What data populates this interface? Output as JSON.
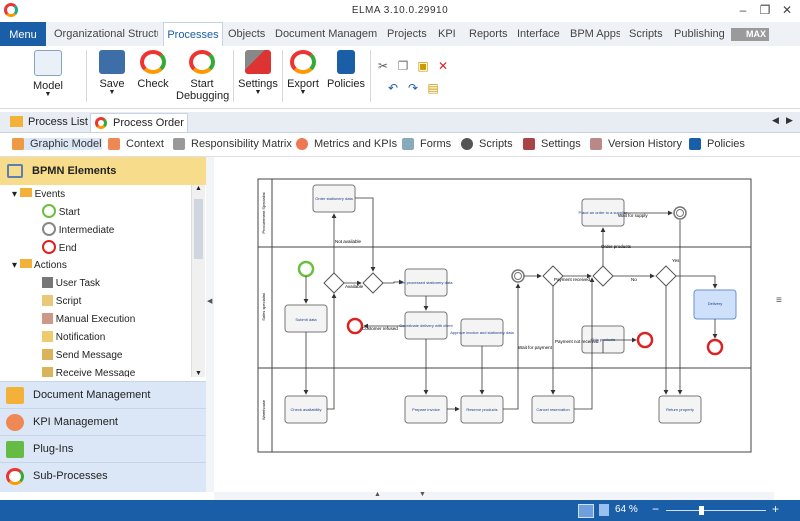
{
  "window": {
    "title": "ELMA 3.10.0.29910",
    "min": "–",
    "restore": "❐",
    "close": "✕"
  },
  "menubar": {
    "menu_label": "Menu",
    "tabs": [
      "Organizational Structur",
      "Processes",
      "Objects",
      "Document Managemen",
      "Projects",
      "KPI",
      "Reports",
      "Interface",
      "BPM Apps",
      "Scripts",
      "Publishing"
    ],
    "active_tab": "Processes",
    "max_label": "MAX"
  },
  "ribbon": {
    "model": "Model",
    "save": "Save",
    "check": "Check",
    "start_debugging_1": "Start",
    "start_debugging_2": "Debugging",
    "settings": "Settings",
    "export": "Export",
    "policies": "Policies"
  },
  "doc_tabs": {
    "process_list": "Process List",
    "process_order": "Process Order"
  },
  "sub_tabs": [
    "Graphic Model",
    "Context",
    "Responsibility Matrix",
    "Metrics and KPIs",
    "Forms",
    "Scripts",
    "Settings",
    "Version History",
    "Policies"
  ],
  "sidebar": {
    "header": "BPMN Elements",
    "tree": {
      "events": "Events",
      "start": "Start",
      "intermediate": "Intermediate",
      "end": "End",
      "actions": "Actions",
      "user_task": "User Task",
      "script": "Script",
      "manual_execution": "Manual Execution",
      "notification": "Notification",
      "send_message": "Send Message",
      "receive_message": "Receive Message"
    },
    "panels": [
      "Document Management",
      "KPI Management",
      "Plug-Ins",
      "Sub-Processes"
    ]
  },
  "diagram": {
    "lanes": [
      "Procurement Specialist",
      "Sales specialist",
      "Warehouse"
    ],
    "tasks": {
      "order_stationery": "Order stationery data",
      "place_order_supplier": "Place an order to a supplier",
      "submit_data": "Submit data",
      "set_processed": "Set processed stationery data",
      "coordinate_delivery": "Coordinate delivery with client",
      "approve_invoice": "Approve invoice and stationery data",
      "ship_products": "Ship products",
      "delivery": "Delivery",
      "check_availability": "Check availability",
      "prepare_invoice": "Prepare invoice",
      "reserve_products": "Reserve products",
      "cancel_reservation": "Cancel reservation",
      "return_property": "Return property"
    },
    "labels": {
      "not_available": "Not available",
      "wait_supply": "Wait for supply",
      "order_products": "Order products",
      "available": "Available",
      "payment_received": "Payment received",
      "no": "No",
      "yes": "Yes",
      "customer_refused": "Customer refused",
      "wait_for_payment": "Wait for payment",
      "payment_not_received": "Payment not received"
    }
  },
  "status": {
    "zoom": "64 %",
    "minus": "−",
    "plus": "+"
  }
}
